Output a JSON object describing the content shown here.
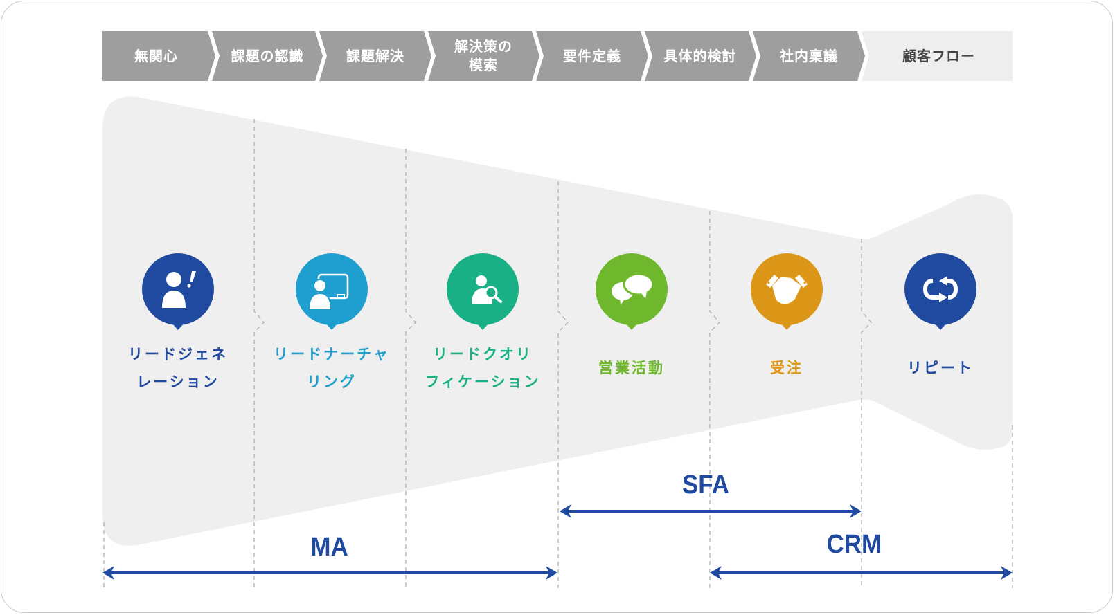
{
  "header_steps": [
    {
      "label": "無関心"
    },
    {
      "label": "課題の認識"
    },
    {
      "label": "課題解決"
    },
    {
      "label": "解決策の\n模索"
    },
    {
      "label": "要件定義"
    },
    {
      "label": "具体的検討"
    },
    {
      "label": "社内稟議"
    },
    {
      "label": "顧客フロー"
    }
  ],
  "stages": [
    {
      "label": "リードジェネ\nレーション",
      "icon": "person-exclamation-icon",
      "color": "#1f4aa0"
    },
    {
      "label": "リードナーチャ\nリング",
      "icon": "person-whiteboard-icon",
      "color": "#1f9fd0"
    },
    {
      "label": "リードクオリ\nフィケーション",
      "icon": "person-search-icon",
      "color": "#18b084"
    },
    {
      "label": "営業活動",
      "icon": "chat-bubbles-icon",
      "color": "#6fb82e"
    },
    {
      "label": "受注",
      "icon": "handshake-icon",
      "color": "#dc9618"
    },
    {
      "label": "リピート",
      "icon": "repeat-arrows-icon",
      "color": "#1f4aa0"
    }
  ],
  "tools": [
    {
      "label": "MA",
      "span": "リードジェネレーション〜リードクオリフィケーション"
    },
    {
      "label": "SFA",
      "span": "営業活動〜受注"
    },
    {
      "label": "CRM",
      "span": "受注〜リピート"
    }
  ],
  "colors": {
    "chevron_fill": "#9e9e9e",
    "chevron_last_fill": "#eeeeee",
    "funnel_fill": "#efefef",
    "arrow": "#1f4aa0",
    "divider": "#b0b0b0"
  }
}
